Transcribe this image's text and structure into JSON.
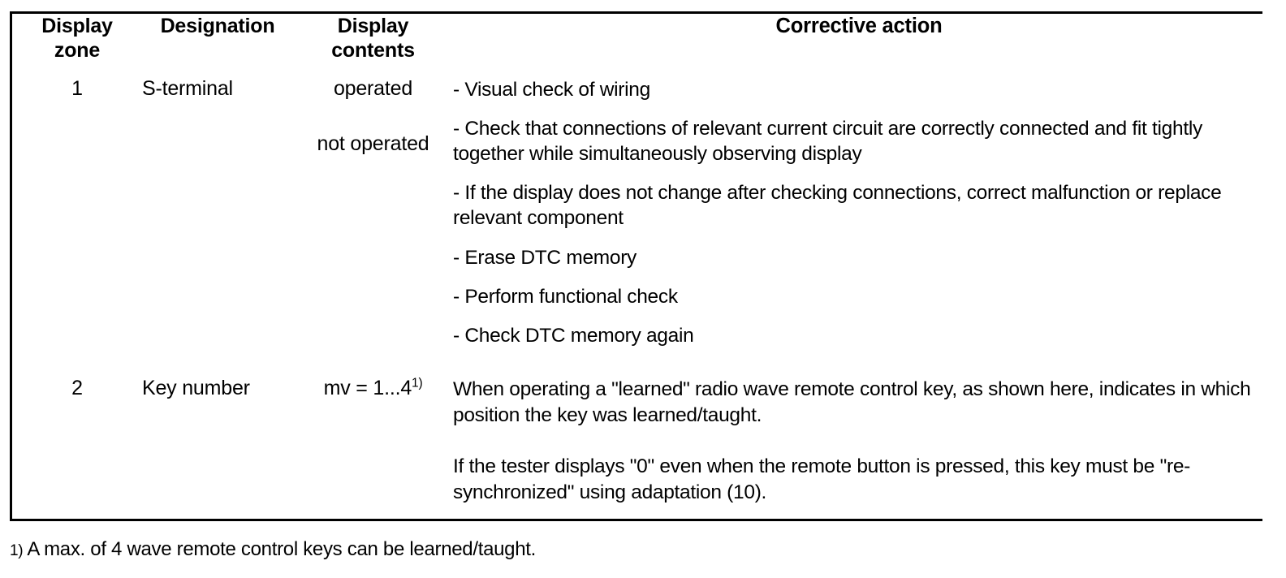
{
  "table": {
    "headers": [
      {
        "label": "Display\nzone",
        "align": "center"
      },
      {
        "label": "Designation",
        "align": "center"
      },
      {
        "label": "Display\ncontents",
        "align": "center"
      },
      {
        "label": "Corrective action",
        "align": "center"
      }
    ],
    "header_lines": {
      "col1_line1": "Display",
      "col1_line2": "zone",
      "col2_line1": "Designation",
      "col3_line1": "Display",
      "col3_line2": "contents",
      "col4_line1": "Corrective action"
    },
    "rows": [
      {
        "display_zone": "1",
        "designation": "S-terminal",
        "display_contents": [
          "operated",
          "not operated"
        ],
        "corrective_action_items": [
          "- Visual check of wiring",
          "- Check that connections of relevant current circuit are correctly connected and fit tightly together while simultaneously observing display",
          "- If the display does not change after checking connections, correct malfunction or replace relevant component",
          "- Erase DTC memory",
          "- Perform functional check",
          "- Check DTC memory again"
        ]
      },
      {
        "display_zone": "2",
        "designation": "Key number",
        "display_contents_formula": "mv = 1...4",
        "display_contents_superscript": "1)",
        "corrective_action_paragraphs": [
          "When operating a \"learned\" radio wave remote control key, as shown here, indicates in which position the key was learned/taught.",
          "If the tester displays \"0\" even when the remote button is pressed, this key must be \"re-synchronized\" using adaptation (10)."
        ]
      }
    ]
  },
  "footnote": {
    "mark": "1)",
    "text": "A max. of 4 wave remote control keys can be learned/taught."
  },
  "colors": {
    "text": "#000000",
    "background": "#ffffff",
    "border": "#000000"
  }
}
